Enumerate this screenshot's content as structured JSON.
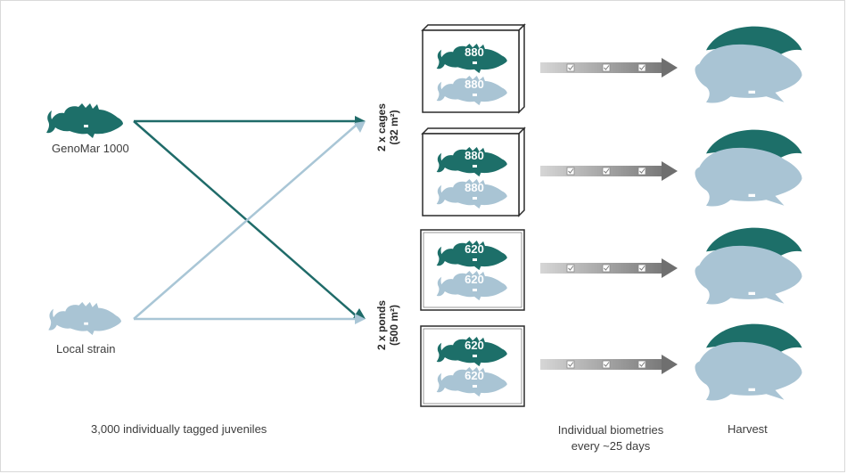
{
  "colors": {
    "genomar": "#1d6f69",
    "local": "#a9c4d4",
    "arrow_genomar": "#1f6b69",
    "arrow_local": "#a9c6d6",
    "biometry_bar": "#9a9a9a",
    "frame": "#d9d9d9"
  },
  "strains": {
    "genomar_label": "GenoMar 1000",
    "local_label": "Local strain"
  },
  "destinations": {
    "cages_line1": "2 x cages",
    "cages_line2": "(32 m²)",
    "ponds_line1": "2 x ponds",
    "ponds_line2": "(500 m²)"
  },
  "units": [
    {
      "genomar_count": "880",
      "local_count": "880"
    },
    {
      "genomar_count": "880",
      "local_count": "880"
    },
    {
      "genomar_count": "620",
      "local_count": "620"
    },
    {
      "genomar_count": "620",
      "local_count": "620"
    }
  ],
  "captions": {
    "juveniles": "3,000 individually tagged juveniles",
    "biometries_line1": "Individual biometries",
    "biometries_line2": "every ~25 days",
    "harvest": "Harvest"
  },
  "icons": {
    "fish": "fish-icon",
    "checkbox": "check-square-icon",
    "arrow": "progress-arrow-icon"
  }
}
